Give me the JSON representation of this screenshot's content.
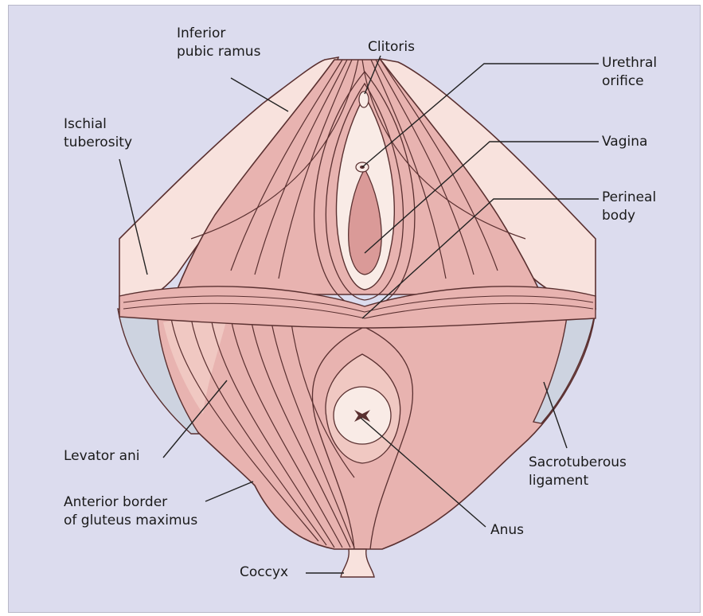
{
  "colors": {
    "background": "#dcdcee",
    "bone": "#f8e2dd",
    "muscle": "#e8b3b0",
    "muscle_deep": "#da9a98",
    "muscle_light": "#f0c8c2",
    "fiber": "#5a3030",
    "ligament": "#cdd3e0",
    "orifice": "#f9ebe6",
    "leader": "#222222"
  },
  "labels": {
    "inferior_pubic_ramus": [
      "Inferior",
      "pubic ramus"
    ],
    "clitoris": [
      "Clitoris"
    ],
    "urethral_orifice": [
      "Urethral",
      "orifice"
    ],
    "ischial_tuberosity": [
      "Ischial",
      "tuberosity"
    ],
    "vagina": [
      "Vagina"
    ],
    "perineal_body": [
      "Perineal",
      "body"
    ],
    "levator_ani": [
      "Levator ani"
    ],
    "sacrotuberous_ligament": [
      "Sacrotuberous",
      "ligament"
    ],
    "anterior_border_gluteus": [
      "Anterior border",
      "of gluteus maximus"
    ],
    "anus": [
      "Anus"
    ],
    "coccyx": [
      "Coccyx"
    ]
  }
}
